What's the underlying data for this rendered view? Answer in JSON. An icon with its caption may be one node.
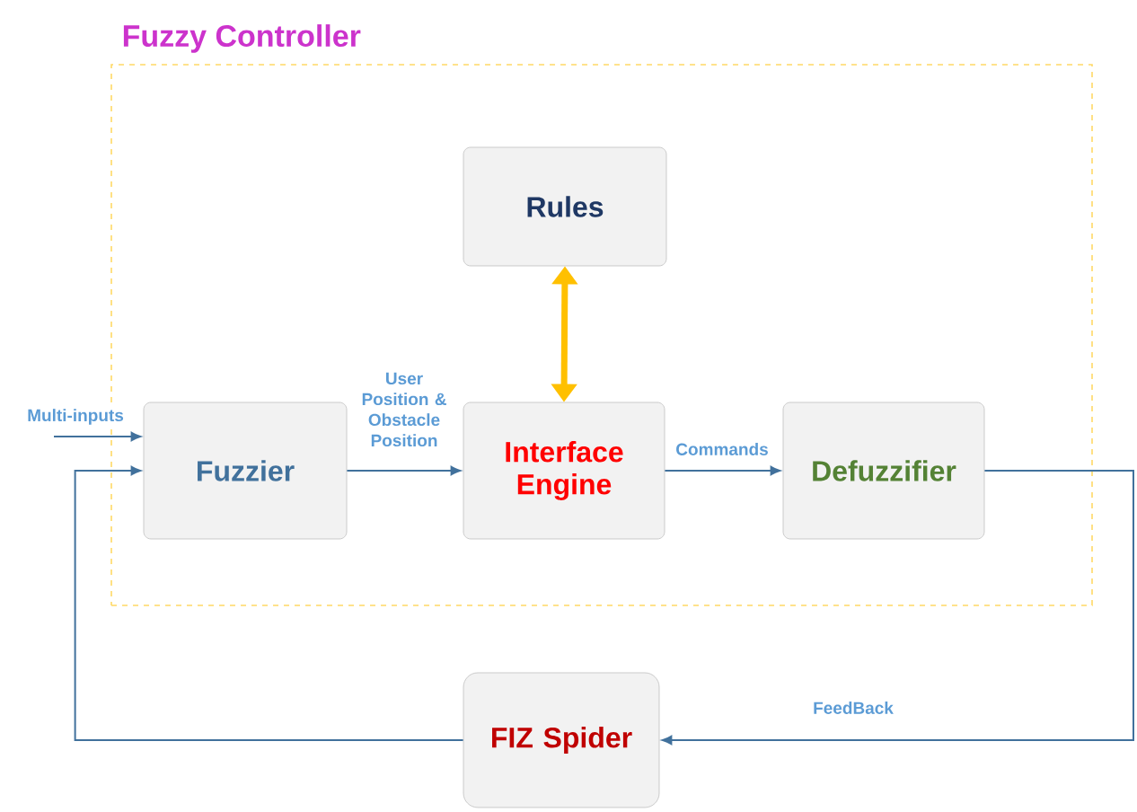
{
  "diagram": {
    "nodes": [
      {
        "text": [
          "Fuzzy Controller"
        ]
      },
      {
        "text": [
          "Rules"
        ],
        "in": 0
      },
      {
        "text": [
          "Fuzzier"
        ],
        "in": 0
      },
      {
        "text": [
          "Interface Engine"
        ],
        "in": 0
      },
      {
        "text": [
          "Defuzzifier"
        ],
        "in": 0
      },
      {
        "text": [
          "FIZ Spider"
        ]
      }
    ],
    "edges": [
      {
        "from": null,
        "to": 2,
        "arrow": "to",
        "label": "Multi-inputs"
      },
      {
        "from": 2,
        "to": 3,
        "arrow": "to",
        "label": "User Position & Obstacle Position"
      },
      {
        "from": 1,
        "to": 3,
        "arrow": "both",
        "style": "thick",
        "color": "#ffc000"
      },
      {
        "from": 3,
        "to": 4,
        "arrow": "to",
        "label": "Commands"
      },
      {
        "from": 4,
        "to": 5,
        "arrow": "to",
        "label": "FeedBack"
      },
      {
        "from": 5,
        "to": 2,
        "arrow": "to"
      }
    ]
  }
}
